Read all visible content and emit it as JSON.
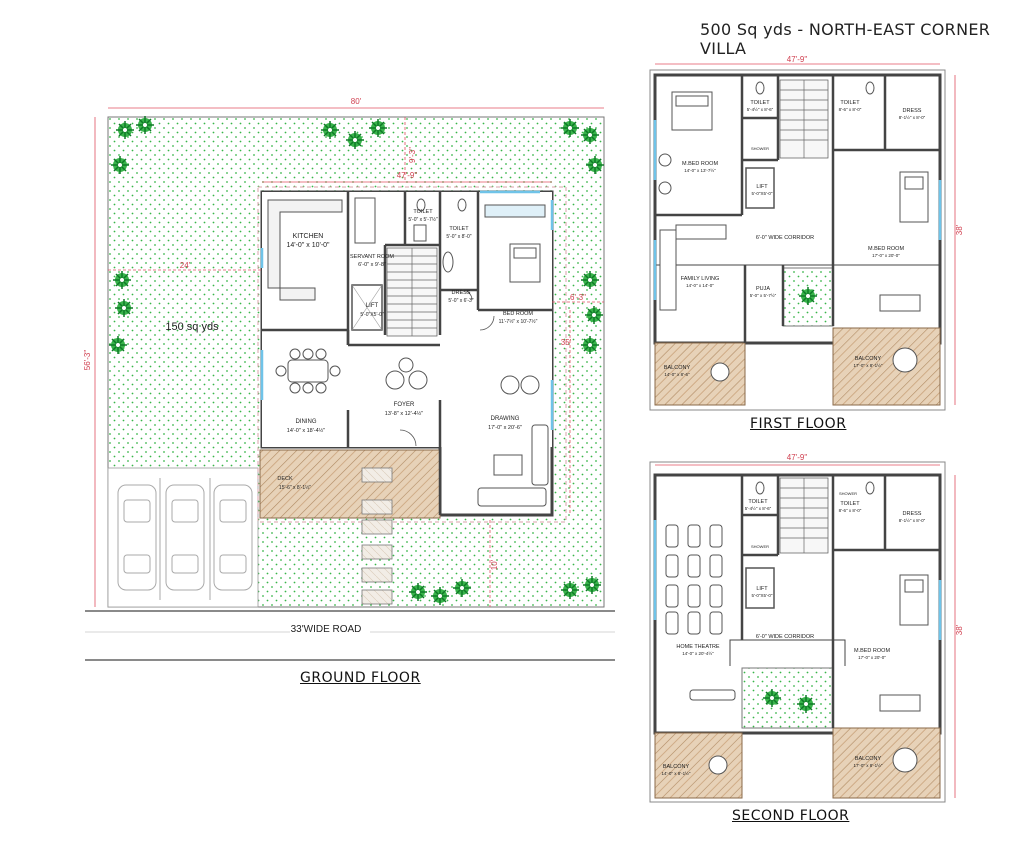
{
  "title": "500 Sq yds - NORTH-EAST CORNER VILLA",
  "colors": {
    "wall": "#555555",
    "dim": "#e05060",
    "lawn_dot": "#39b54a",
    "tree": "#1f9e3a",
    "deck": "#c9a27a",
    "glass": "#6fc3e8",
    "text": "#222222"
  },
  "ground_floor": {
    "label": "GROUND FLOOR",
    "plot_width": "80'",
    "plot_depth": "56'-3\"",
    "house_width": "47'-9\"",
    "setback_front": "10'",
    "setback_top": "9'-3\"",
    "setback_right": "6'-3\"",
    "side_dim": "35'",
    "lawn_dim": "24'",
    "lawn_area": "150 sq yds",
    "road": "33'WIDE ROAD",
    "rooms": [
      {
        "name": "KITCHEN",
        "size": "14'-0\" x 10'-0\""
      },
      {
        "name": "SERVANT ROOM",
        "size": "6'-0\" x 9'-8\""
      },
      {
        "name": "TOILET",
        "size": "5'-0\" x 5'-7½\""
      },
      {
        "name": "TOILET",
        "size": "5'-0\" x 8'-0\""
      },
      {
        "name": "LIFT",
        "size": "5'-0\"X5'-0\""
      },
      {
        "name": "DRESS",
        "size": "5'-0\" x 6'-3\""
      },
      {
        "name": "BED ROOM",
        "size": "11'-7½\" x 10'-7½\""
      },
      {
        "name": "DINING",
        "size": "14'-0\" x 18'-4½\""
      },
      {
        "name": "FOYER",
        "size": "13'-8\" x 12'-4½\""
      },
      {
        "name": "DRAWING",
        "size": "17'-0\" x 20'-6\""
      },
      {
        "name": "DECK",
        "size": "15'-6\" x 8'-1½\""
      }
    ]
  },
  "first_floor": {
    "label": "FIRST FLOOR",
    "width": "47'-9\"",
    "depth": "38'",
    "rooms": [
      {
        "name": "TOILET",
        "size": "5'-4½\" x 8'-6\""
      },
      {
        "name": "SHOWER",
        "size": ""
      },
      {
        "name": "TOILET",
        "size": "8'-6\" x 8'-0\""
      },
      {
        "name": "DRESS",
        "size": "8'-1½\" x 8'-0\""
      },
      {
        "name": "M.BED ROOM",
        "size": "14'-0\" x 13'-7½\""
      },
      {
        "name": "LIFT",
        "size": "5'-0\"X5'-0\""
      },
      {
        "name": "M.BED ROOM",
        "size": "17'-0\" x 20'-0\""
      },
      {
        "name": "6'-0\" WIDE CORRIDOR",
        "size": ""
      },
      {
        "name": "FAMILY LIVING",
        "size": "14'-0\" x 14'-0\""
      },
      {
        "name": "PUJA",
        "size": "5'-0\" x 5'-7½\""
      },
      {
        "name": "BALCONY",
        "size": "14'-0\" x 8'-6\""
      },
      {
        "name": "BALCONY",
        "size": "17'-0\" x 8'-1½\""
      }
    ]
  },
  "second_floor": {
    "label": "SECOND FLOOR",
    "width": "47'-9\"",
    "depth": "38'",
    "rooms": [
      {
        "name": "TOILET",
        "size": "5'-4½\" x 8'-6\""
      },
      {
        "name": "SHOWER",
        "size": ""
      },
      {
        "name": "SHOWER",
        "size": ""
      },
      {
        "name": "TOILET",
        "size": "8'-6\" x 8'-0\""
      },
      {
        "name": "DRESS",
        "size": "8'-1½\" x 8'-0\""
      },
      {
        "name": "LIFT",
        "size": "5'-0\"X5'-0\""
      },
      {
        "name": "6'-0\" WIDE CORRIDOR",
        "size": ""
      },
      {
        "name": "HOME THEATRE",
        "size": "14'-0\" x 20'-4½\""
      },
      {
        "name": "M.BED ROOM",
        "size": "17'-0\" x 20'-0\""
      },
      {
        "name": "BALCONY",
        "size": "14'-0\" x 8'-1½\""
      },
      {
        "name": "BALCONY",
        "size": "17'-0\" x 8'-1½\""
      }
    ]
  }
}
